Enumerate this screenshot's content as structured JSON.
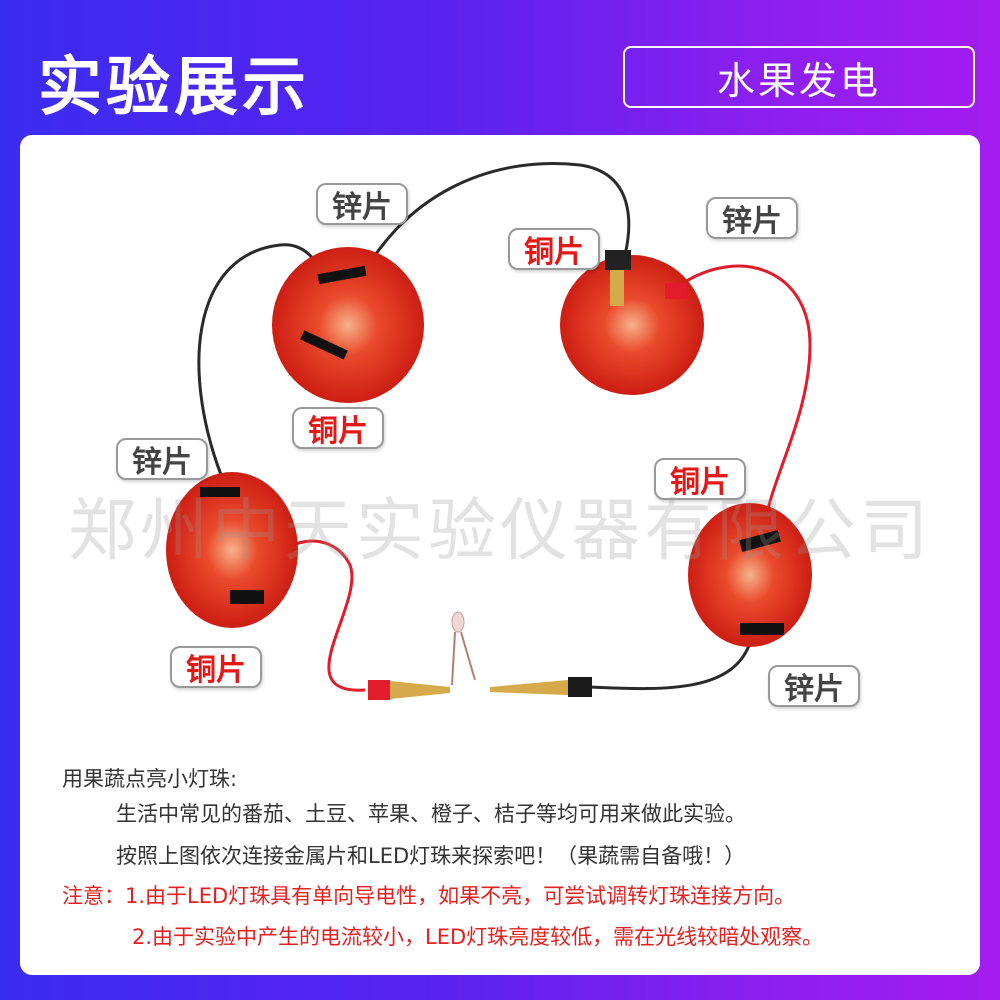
{
  "header": {
    "title": "实验展示",
    "tag": "水果发电"
  },
  "labels": {
    "zinc": "锌片",
    "copper": "铜片"
  },
  "watermark": "郑州中天实验仪器有限公司",
  "instructions": {
    "heading": "用果蔬点亮小灯珠:",
    "line1": "生活中常见的番茄、土豆、苹果、橙子、桔子等均可用来做此实验。",
    "line2": "按照上图依次连接金属片和LED灯珠来探索吧！（果蔬需自备哦！）",
    "note1": "注意：1.由于LED灯珠具有单向导电性，如果不亮，可尝试调转灯珠连接方向。",
    "note2": "2.由于实验中产生的电流较小，LED灯珠亮度较低，需在光线较暗处观察。"
  },
  "colors": {
    "tomato": "#e0241c",
    "wire_black": "#2a2a2a",
    "wire_red": "#e21c2a",
    "copper_label": "#e51818",
    "zinc_label": "#444444"
  }
}
